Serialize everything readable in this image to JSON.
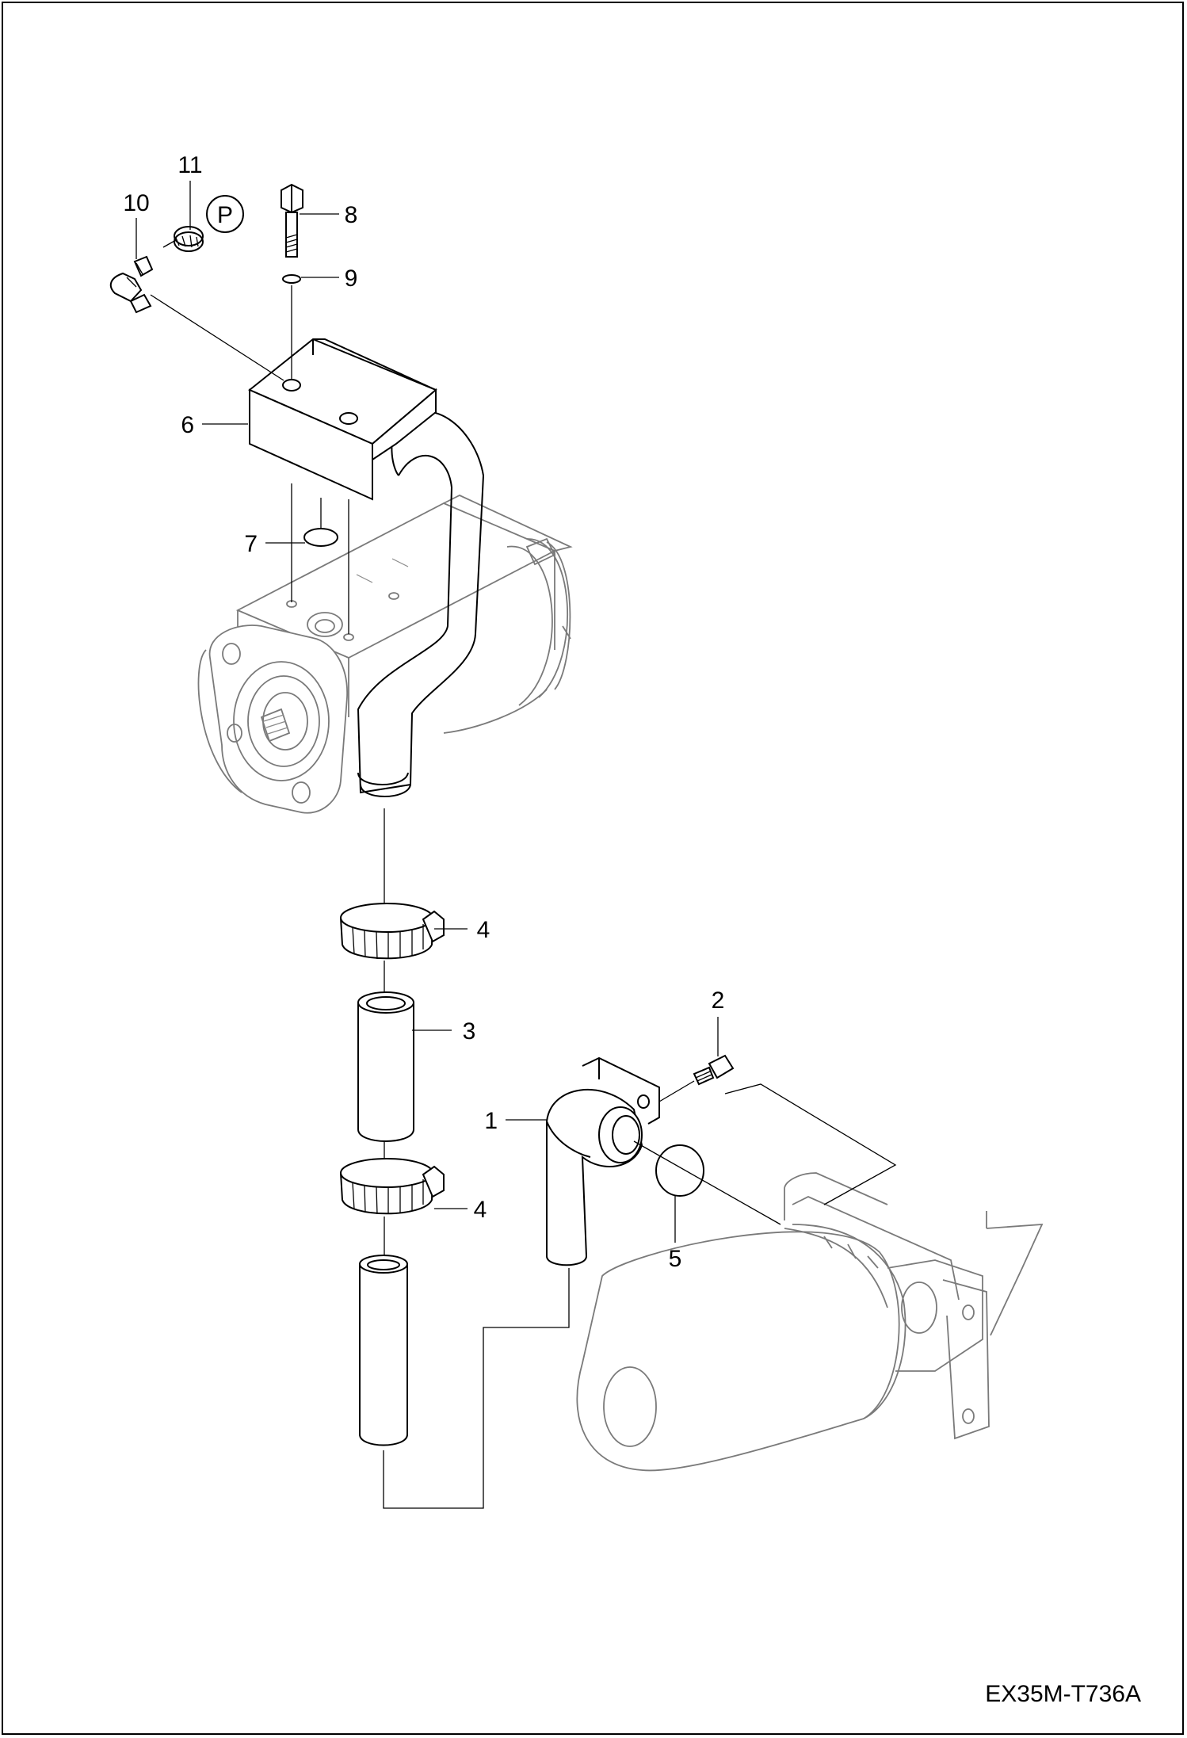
{
  "drawing": {
    "code": "EX35M-T736A",
    "circle_symbol": "P"
  },
  "callouts": {
    "c1": "1",
    "c2": "2",
    "c3": "3",
    "c4a": "4",
    "c4b": "4",
    "c5": "5",
    "c6": "6",
    "c7": "7",
    "c8": "8",
    "c9": "9",
    "c10": "10",
    "c11": "11"
  }
}
